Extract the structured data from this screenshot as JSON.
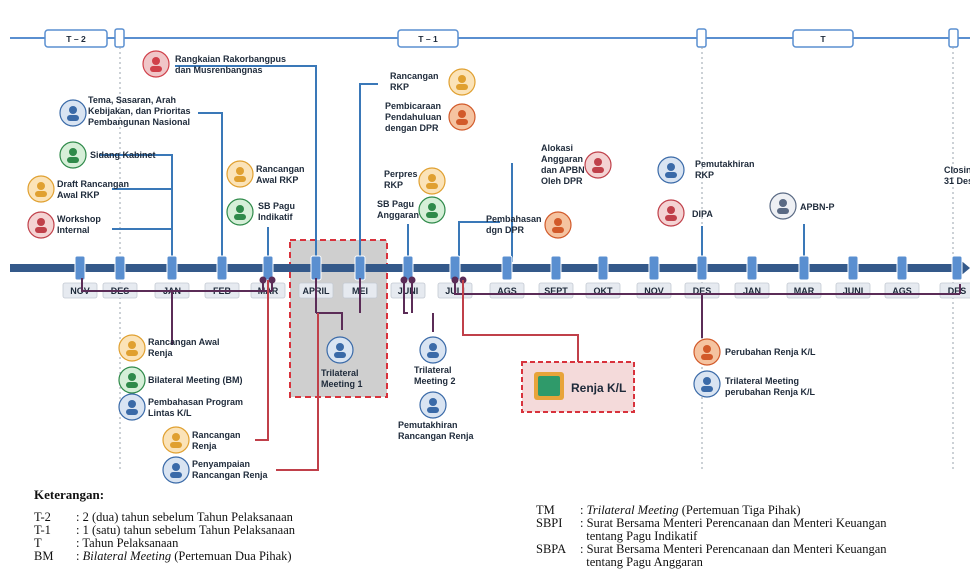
{
  "periods": [
    "T – 2",
    "T – 1",
    "T"
  ],
  "months": [
    "NOV",
    "DES",
    "JAN",
    "FEB",
    "MAR",
    "APRIL",
    "MEI",
    "JUNI",
    "JULI",
    "AGS",
    "SEPT",
    "OKT",
    "NOV",
    "DES",
    "JAN",
    "MAR",
    "JUNI",
    "AGS",
    "DES"
  ],
  "above": {
    "rakorbangpus": [
      "Rangkaian Rakorbangpus",
      "dan Musrenbangnas"
    ],
    "tema": [
      "Tema, Sasaran, Arah",
      "Kebijakan, dan Prioritas",
      "Pembangunan Nasional"
    ],
    "sidang_kabinet": [
      "Sidang Kabinet"
    ],
    "draft_rkp": [
      "Draft Rancangan",
      "Awal RKP"
    ],
    "workshop": [
      "Workshop",
      "Internal"
    ],
    "rancangan_awal_rkp": [
      "Rancangan",
      "Awal RKP"
    ],
    "sb_pagu_indikatif": [
      "SB Pagu",
      "Indikatif"
    ],
    "rancangan_rkp": [
      "Rancangan",
      "RKP"
    ],
    "pembicaraan": [
      "Pembicaraan",
      "Pendahuluan",
      "dengan DPR"
    ],
    "perpres_rkp": [
      "Perpres",
      "RKP"
    ],
    "sb_pagu_anggaran": [
      "SB Pagu",
      "Anggaran"
    ],
    "alokasi": [
      "Alokasi",
      "Anggaran",
      "dan APBN",
      "Oleh DPR"
    ],
    "pembahasan_dpr": [
      "Pembahasan",
      "dgn DPR"
    ],
    "pemutakhiran_rkp": [
      "Pemutakhiran",
      "RKP"
    ],
    "dipa": [
      "DIPA"
    ],
    "apbn_p": [
      "APBN-P"
    ],
    "closing": [
      "Closing",
      "31 Des"
    ]
  },
  "below": {
    "rancangan_awal_renja": [
      "Rancangan Awal",
      "Renja"
    ],
    "bilateral": [
      "Bilateral Meeting (BM)"
    ],
    "pembahasan_program": [
      "Pembahasan Program",
      "Lintas K/L"
    ],
    "rancangan_renja": [
      "Rancangan",
      "Renja"
    ],
    "penyampaian": [
      "Penyampaian",
      "Rancangan Renja"
    ],
    "trilateral_1": [
      "Trilateral",
      "Meeting 1"
    ],
    "trilateral_2": [
      "Trilateral",
      "Meeting 2"
    ],
    "pemutakhiran_renja": [
      "Pemutakhiran",
      "Rancangan Renja"
    ],
    "renja_kl": [
      "Renja K/L"
    ],
    "perubahan_renja": [
      "Perubahan Renja K/L"
    ],
    "trilateral_perubahan": [
      "Trilateral Meeting",
      "perubahan Renja K/L"
    ]
  },
  "legend": {
    "title": "Keterangan:",
    "left": [
      {
        "key": "T-2",
        "colon": ":",
        "text": "2 (dua) tahun sebelum Tahun Pelaksanaan"
      },
      {
        "key": "T-1",
        "colon": ":",
        "text": "1 (satu) tahun sebelum Tahun Pelaksanaan"
      },
      {
        "key": "T",
        "colon": ":",
        "text": "Tahun Pelaksanaan"
      },
      {
        "key": "BM",
        "colon": ":",
        "italic": "Bilateral Meeting",
        "text": " (Pertemuan Dua Pihak)"
      }
    ],
    "right": [
      {
        "key": "TM",
        "colon": ":",
        "italic": "Trilateral Meeting",
        "text": " (Pertemuan Tiga Pihak)"
      },
      {
        "key": "SBPI",
        "colon": ":",
        "text": "Surat Bersama Menteri Perencanaan dan Menteri Keuangan",
        "text2": "tentang Pagu Indikatif"
      },
      {
        "key": "SBPA",
        "colon": ":",
        "text": "Surat Bersama Menteri Perencanaan dan Menteri Keuangan",
        "text2": "tentang Pagu Anggaran"
      }
    ]
  },
  "colors": {
    "timeline": "#34598a",
    "top_line": "#5a8fd0",
    "blue_link": "#3a78b8",
    "purple_link": "#5b2c57",
    "red_link": "#c0404a",
    "highlight": "#d8323c"
  }
}
